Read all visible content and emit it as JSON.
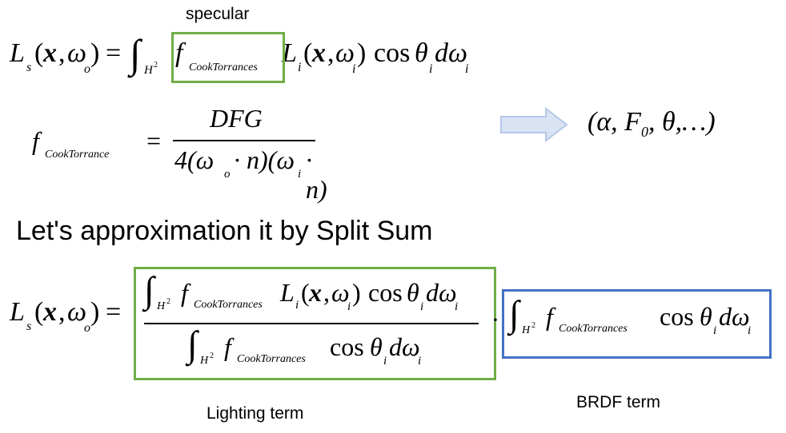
{
  "labels": {
    "specular": "specular",
    "heading": "Let's approximation it by Split Sum",
    "lighting_term": "Lighting term",
    "brdf_term": "BRDF term"
  },
  "math": {
    "Ls": "L",
    "s": "s",
    "x": "x",
    "omega": "ω",
    "o": "o",
    "i": "i",
    "f": "f",
    "H2": "H",
    "sq": "2",
    "cook_torrances": "CookTorrances",
    "cook_torrance": "CookTorrance",
    "Li": "L",
    "cos": "cos",
    "theta": "θ",
    "d": "d",
    "numerator_dfg": "DFG",
    "denominator": "4(ω",
    "dot_n": "· n)(ω",
    "dot_n2": "· n)",
    "params": "(α, F",
    "zero": "0",
    "params_rest": ", θ,…)",
    "equals": "=",
    "integral": "∫",
    "cdot": "·",
    "comma": ",",
    "lparen": "(",
    "rparen": ")"
  },
  "colors": {
    "green_box": "#70ad47",
    "blue_box": "#4472c4",
    "arrow_fill": "#dae3f3",
    "arrow_stroke": "#b4c7e7"
  }
}
